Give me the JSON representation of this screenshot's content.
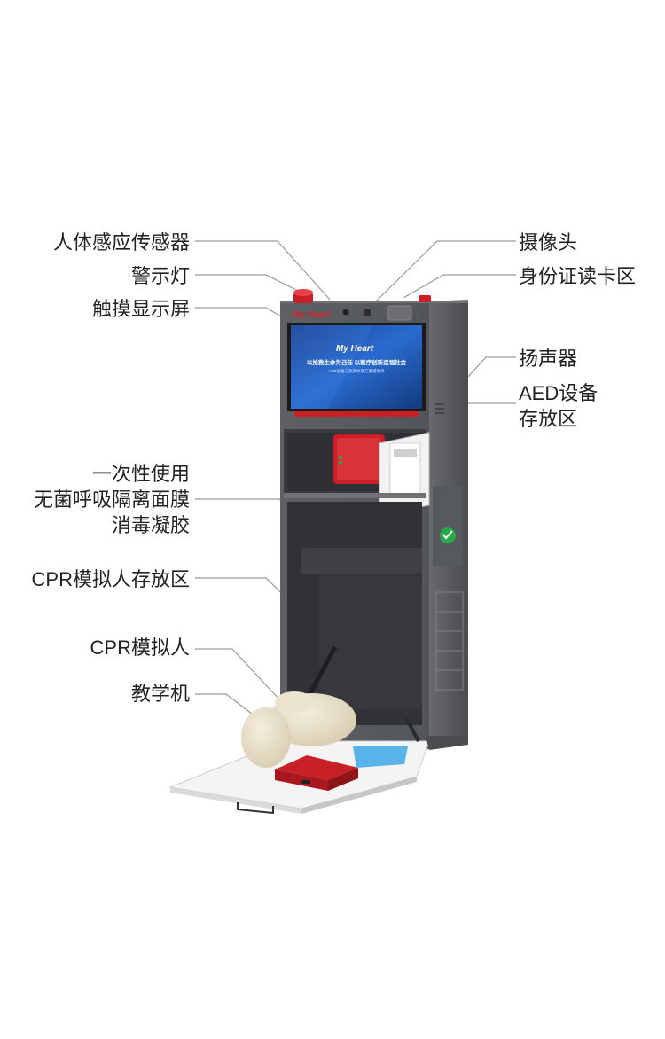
{
  "colors": {
    "cabinet": "#5c5e61",
    "cabinet_dark": "#3f4144",
    "accent_red": "#d8232a",
    "screen_blue": "#1b4fa8",
    "aed_green": "#2aa84a",
    "leader_line": "#9a9a9a"
  },
  "labels_left": [
    {
      "id": "sensor",
      "lines": [
        "人体感应传感器"
      ]
    },
    {
      "id": "warning",
      "lines": [
        "警示灯"
      ]
    },
    {
      "id": "touchscreen",
      "lines": [
        "触摸显示屏"
      ]
    },
    {
      "id": "consumables",
      "lines": [
        "一次性使用",
        "无菌呼吸隔离面膜",
        "消毒凝胶"
      ]
    },
    {
      "id": "cpr-storage",
      "lines": [
        "CPR模拟人存放区"
      ]
    },
    {
      "id": "cpr-manikin",
      "lines": [
        "CPR模拟人"
      ]
    },
    {
      "id": "teaching",
      "lines": [
        "教学机"
      ]
    }
  ],
  "labels_right": [
    {
      "id": "camera",
      "lines": [
        "摄像头"
      ]
    },
    {
      "id": "id-reader",
      "lines": [
        "身份证读卡区"
      ]
    },
    {
      "id": "speaker",
      "lines": [
        "扬声器"
      ]
    },
    {
      "id": "aed-storage",
      "lines": [
        "AED设备",
        "存放区"
      ]
    }
  ],
  "device": {
    "brand": "My Heart",
    "screen_title": "My Heart",
    "screen_slogan": "以抢救生命为己任 以医疗创新造福社会",
    "screen_sub": "AED设备与急救体系方案提供商"
  }
}
